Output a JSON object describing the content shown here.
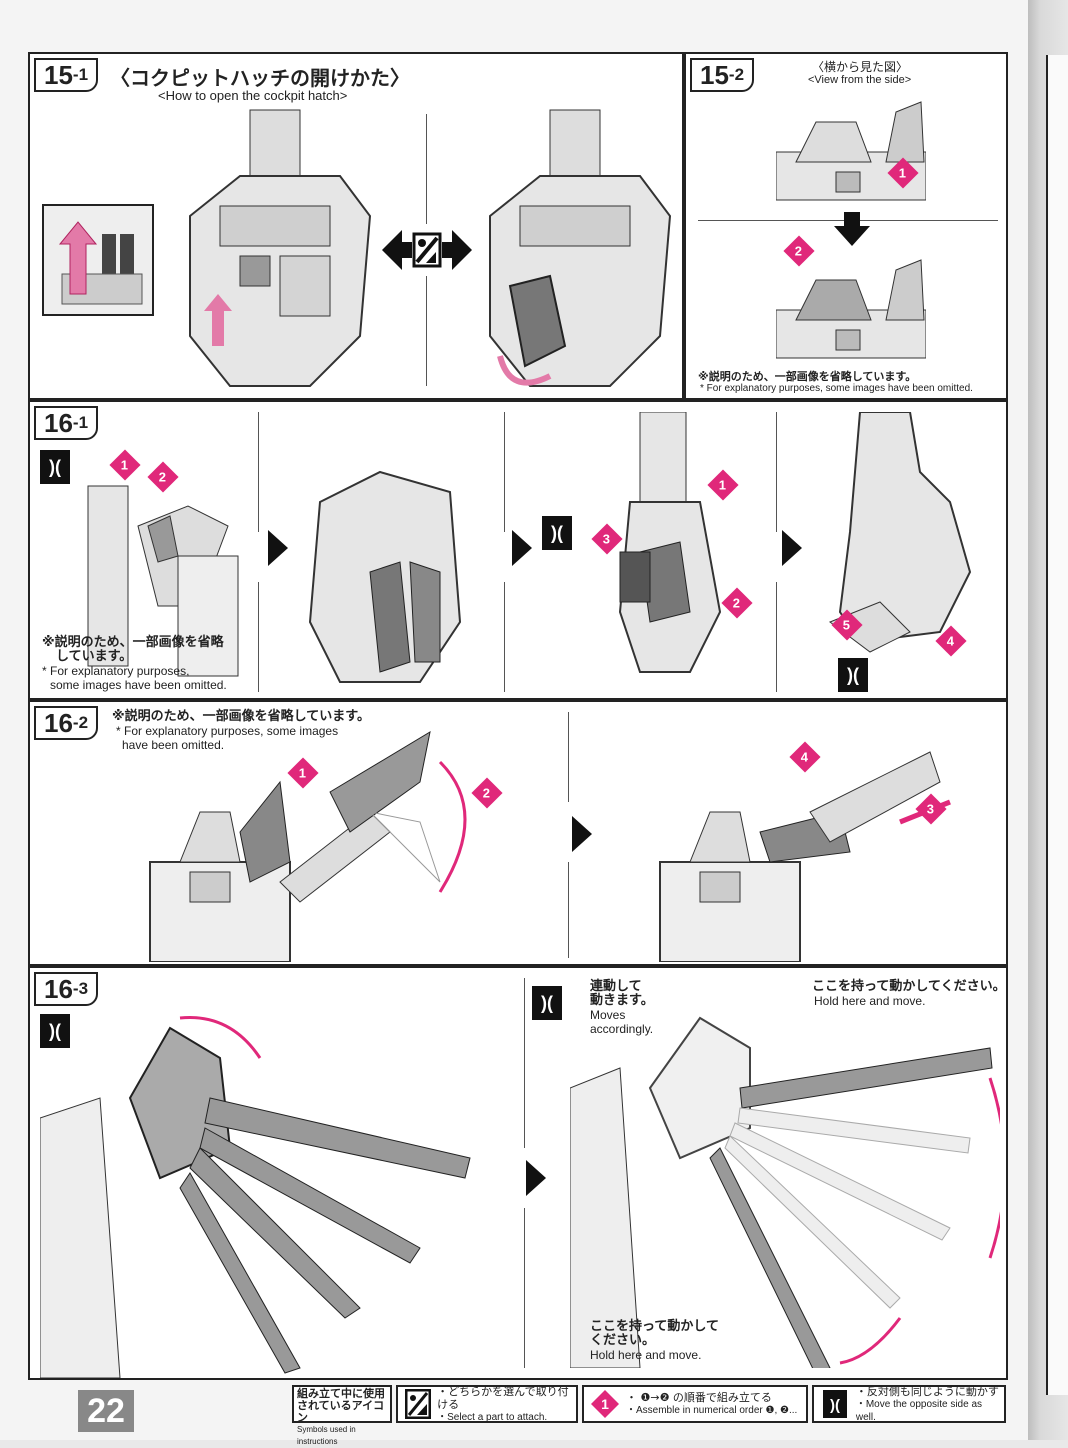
{
  "page_number": "22",
  "steps": {
    "s15_1": {
      "label": "15",
      "sub": "-1",
      "title_jp": "〈コクピットハッチの開けかた〉",
      "title_en": "<How to open the cockpit hatch>"
    },
    "s15_2": {
      "label": "15",
      "sub": "-2",
      "view_jp": "〈横から見た図〉",
      "view_en": "<View from the side>",
      "note_jp": "※説明のため、一部画像を省略しています。",
      "note_en": "* For explanatory purposes, some images have been omitted."
    },
    "s16_1": {
      "label": "16",
      "sub": "-1",
      "note_jp_1": "※説明のため、一部画像を省略",
      "note_jp_2": "しています。",
      "note_en_1": "* For explanatory purposes,",
      "note_en_2": "some images have been omitted."
    },
    "s16_2": {
      "label": "16",
      "sub": "-2",
      "note_jp": "※説明のため、一部画像を省略しています。",
      "note_en_1": "* For explanatory purposes, some images",
      "note_en_2": "have been omitted."
    },
    "s16_3": {
      "label": "16",
      "sub": "-3",
      "callout_moves_jp_1": "連動して",
      "callout_moves_jp_2": "動きます。",
      "callout_moves_en_1": "Moves",
      "callout_moves_en_2": "accordingly.",
      "callout_hold_top_jp": "ここを持って動かしてください。",
      "callout_hold_top_en": "Hold here and move.",
      "callout_hold_bottom_jp_1": "ここを持って動かして",
      "callout_hold_bottom_jp_2": "ください。",
      "callout_hold_bottom_en": "Hold here and move."
    }
  },
  "badges": [
    "1",
    "2",
    "3",
    "4",
    "5"
  ],
  "legend": {
    "title_jp_1": "組み立て中に使用",
    "title_jp_2": "されているアイコン",
    "title_en": "Symbols used in instructions",
    "choose_jp": "・どちらかを選んで取り付ける",
    "choose_en": "・Select a part to attach.",
    "order_jp": "・ ❶→❷ の順番で組み立てる",
    "order_en": "・Assemble in numerical order ❶, ❷...",
    "mirror_jp": "・反対側も同じように動かす",
    "mirror_en": "・Move the opposite side as well."
  },
  "colors": {
    "accent": "#e0287a",
    "ink": "#222222",
    "page": "#f4f4f4"
  },
  "icons": [
    "choose-part-icon",
    "order-number-icon",
    "mirror-side-icon",
    "arrow-right-icon"
  ]
}
